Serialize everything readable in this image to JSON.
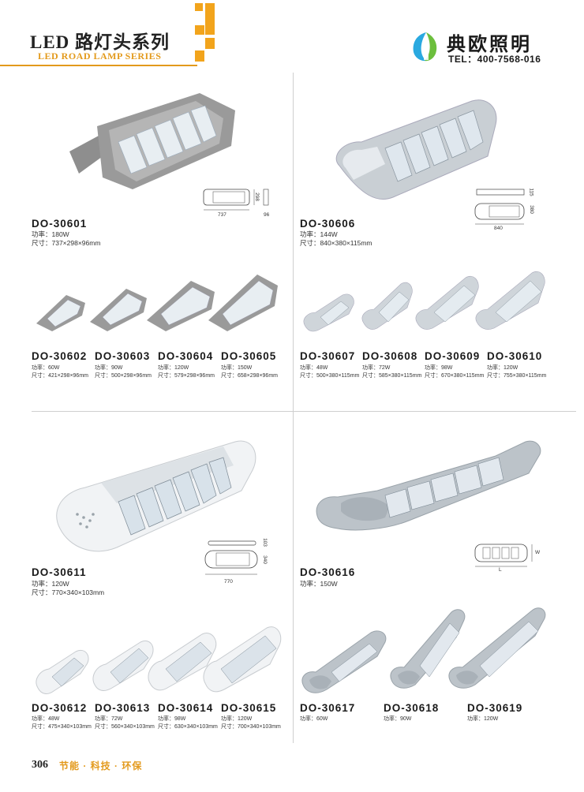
{
  "header": {
    "title_cn": "LED 路灯头系列",
    "title_en": "LED ROAD LAMP SERIES",
    "accent_color": "#e39a1c"
  },
  "brand": {
    "name": "典欧照明",
    "tel": "TEL：400-7568-016",
    "logo_icon": "leaf-logo-icon"
  },
  "products": {
    "p30601": {
      "model": "DO-30601",
      "power": "功率：180W",
      "size": "尺寸：737×298×96mm",
      "dims": {
        "w": "737",
        "h": "298",
        "d": "96"
      }
    },
    "p30606": {
      "model": "DO-30606",
      "power": "功率：144W",
      "size": "尺寸：840×380×115mm",
      "dims": {
        "w": "840",
        "h": "380",
        "d": "115"
      }
    },
    "row2": [
      {
        "model": "DO-30602",
        "power": "功率：60W",
        "size": "尺寸：421×298×96mm"
      },
      {
        "model": "DO-30603",
        "power": "功率：90W",
        "size": "尺寸：500×298×96mm"
      },
      {
        "model": "DO-30604",
        "power": "功率：120W",
        "size": "尺寸：579×298×96mm"
      },
      {
        "model": "DO-30605",
        "power": "功率：150W",
        "size": "尺寸：658×298×96mm"
      }
    ],
    "row2b": [
      {
        "model": "DO-30607",
        "power": "功率：48W",
        "size": "尺寸：500×380×115mm"
      },
      {
        "model": "DO-30608",
        "power": "功率：72W",
        "size": "尺寸：585×380×115mm"
      },
      {
        "model": "DO-30609",
        "power": "功率：98W",
        "size": "尺寸：670×380×115mm"
      },
      {
        "model": "DO-30610",
        "power": "功率：120W",
        "size": "尺寸：755×380×115mm"
      }
    ],
    "p30611": {
      "model": "DO-30611",
      "power": "功率：120W",
      "size": "尺寸：770×340×103mm",
      "dims": {
        "w": "770",
        "h": "340",
        "d": "103"
      }
    },
    "p30616": {
      "model": "DO-30616",
      "power": "功率：150W",
      "dims": {
        "w": "W",
        "l": "L"
      }
    },
    "row4": [
      {
        "model": "DO-30612",
        "power": "功率：48W",
        "size": "尺寸：475×340×103mm"
      },
      {
        "model": "DO-30613",
        "power": "功率：72W",
        "size": "尺寸：560×340×103mm"
      },
      {
        "model": "DO-30614",
        "power": "功率：98W",
        "size": "尺寸：630×340×103mm"
      },
      {
        "model": "DO-30615",
        "power": "功率：120W",
        "size": "尺寸：700×340×103mm"
      }
    ],
    "row4b": [
      {
        "model": "DO-30617",
        "power": "功率：60W"
      },
      {
        "model": "DO-30618",
        "power": "功率：90W"
      },
      {
        "model": "DO-30619",
        "power": "功率：120W"
      }
    ]
  },
  "footer": {
    "page": "306",
    "tagline": "节能 · 科技 · 环保"
  }
}
